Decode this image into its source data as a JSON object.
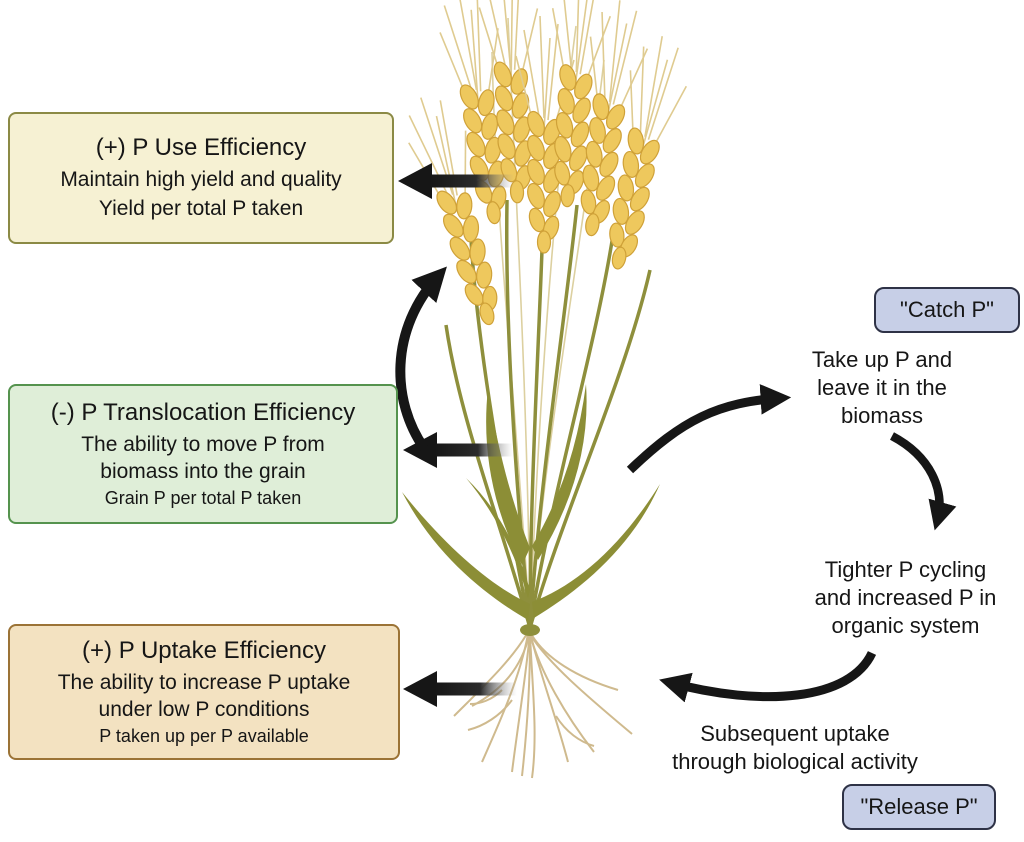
{
  "boxes": [
    {
      "title": "(+) P Use Efficiency",
      "body1": "Maintain high yield and quality",
      "footnote": "Yield per total P taken"
    },
    {
      "title": "(-) P Translocation Efficiency",
      "body1": "The ability to move P from",
      "body2": "biomass into the grain",
      "footnote": "Grain P per total P taken"
    },
    {
      "title": "(+) P Uptake Efficiency",
      "body1": "The ability to increase P uptake",
      "body2": "under low P conditions",
      "footnote": "P taken up per P available"
    }
  ],
  "badges": {
    "catch": "\"Catch P\"",
    "release": "\"Release P\""
  },
  "cycle": {
    "take_up": {
      "line1": "Take up P and",
      "line2": "leave it in the",
      "line3": "biomass"
    },
    "tighter": {
      "line1": "Tighter P cycling",
      "line2": "and increased P in",
      "line3": "organic system"
    },
    "subsequent": {
      "line1": "Subsequent uptake",
      "line2": "through biological activity"
    }
  },
  "colors": {
    "use_box_bg": "#f6f1d3",
    "use_box_border": "#8b8a45",
    "translocation_box_bg": "#dfeed8",
    "translocation_box_border": "#55934e",
    "uptake_box_bg": "#f3e2c1",
    "uptake_box_border": "#9b7336",
    "badge_bg": "#c7cfe7",
    "badge_border": "#2e3246",
    "arrow": "#161616",
    "wheat_grain": "#eec85d",
    "wheat_grain_edge": "#cfa138",
    "wheat_awn": "#dfcb90",
    "wheat_stem": "#8e8f3c",
    "wheat_leaf": "#8c8e36",
    "wheat_root": "#cfba8e"
  }
}
